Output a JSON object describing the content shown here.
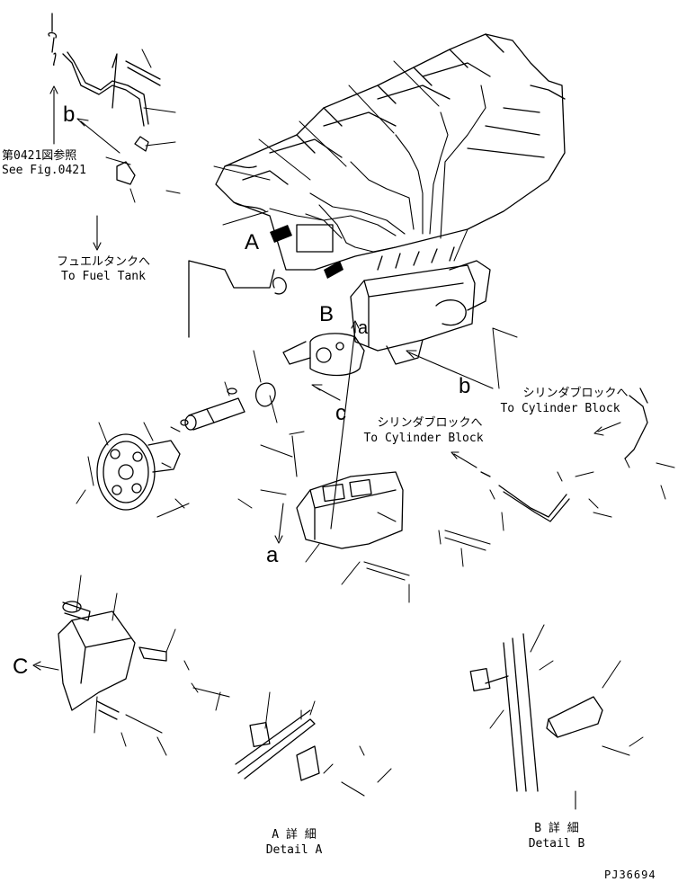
{
  "figure": {
    "ref_see_fig_jp": "第0421図参照",
    "ref_see_fig_en": "See Fig.0421",
    "fuel_tank_jp": "フュエルタンクへ",
    "fuel_tank_en": "To Fuel Tank",
    "cyl_block_right_jp": "シリンダブロックへ",
    "cyl_block_right_en": "To Cylinder Block",
    "cyl_block_mid_jp": "シリンダブロックへ",
    "cyl_block_mid_en": "To Cylinder Block",
    "detail_a_jp": "A 詳 細",
    "detail_a_en": "Detail A",
    "detail_b_jp": "B 詳 細",
    "detail_b_en": "Detail B",
    "drawing_number": "PJ36694"
  },
  "callouts": {
    "A": "A",
    "B": "B",
    "a_upper": "a",
    "a_lower": "a",
    "b_upper": "b",
    "b_right": "b",
    "c": "c",
    "C": "C"
  }
}
